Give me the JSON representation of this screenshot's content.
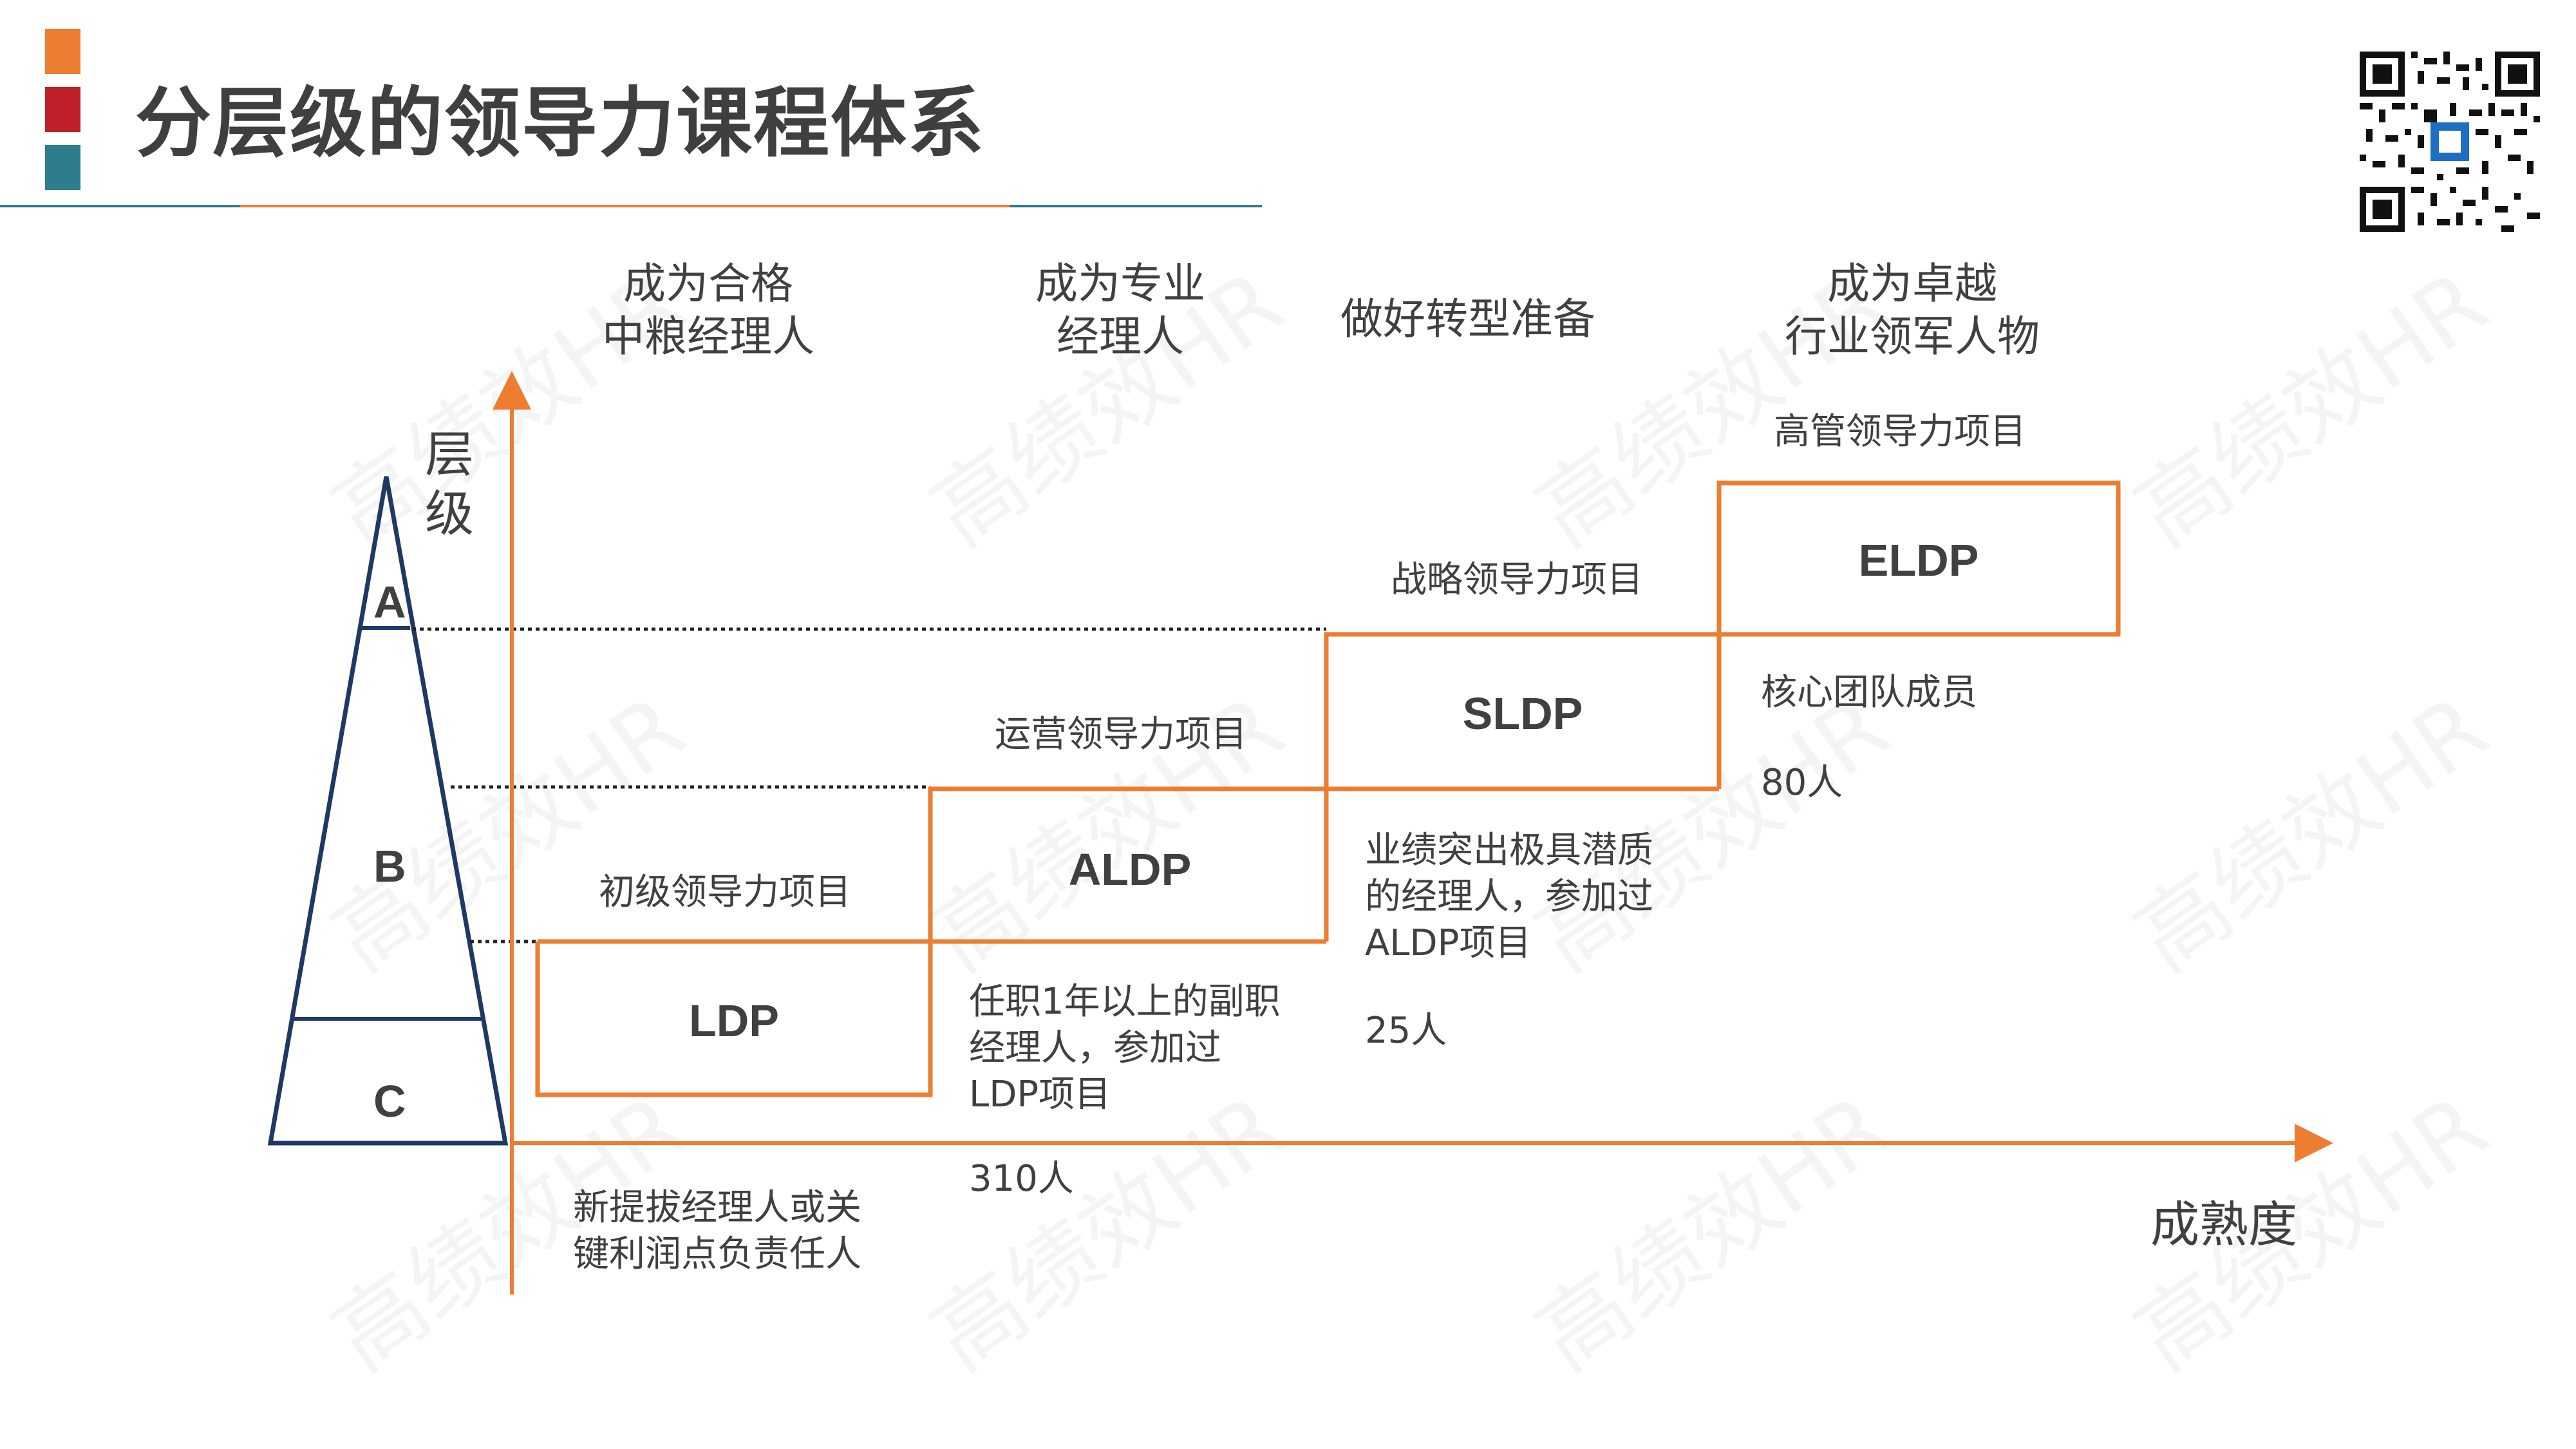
{
  "title": "分层级的领导力课程体系",
  "brand_colors": {
    "orange": "#ed7d31",
    "red": "#c0202a",
    "teal": "#2e7d8c",
    "navy": "#1f3864"
  },
  "watermark_text": "高绩效HR",
  "qr_code": "qr-code-icon",
  "axes": {
    "y_label": [
      "层",
      "级"
    ],
    "x_label": "成熟度"
  },
  "levels": [
    "A",
    "B",
    "C"
  ],
  "columns": [
    {
      "line1": "成为合格",
      "line2": "中粮经理人"
    },
    {
      "line1": "成为专业",
      "line2": "经理人"
    },
    {
      "line1": "做好转型准备",
      "line2": ""
    },
    {
      "line1": "成为卓越",
      "line2": "行业领军人物"
    }
  ],
  "stages": [
    {
      "code": "LDP",
      "project": "初级领导力项目",
      "desc": [
        "新提拔经理人或关",
        "键利润点负责任人"
      ],
      "count": ""
    },
    {
      "code": "ALDP",
      "project": "运营领导力项目",
      "desc": [
        "任职1年以上的副职",
        "经理人，参加过",
        "LDP项目"
      ],
      "count": "310人"
    },
    {
      "code": "SLDP",
      "project": "战略领导力项目",
      "desc": [
        "业绩突出极具潜质",
        "的经理人，参加过",
        "ALDP项目"
      ],
      "count": "25人"
    },
    {
      "code": "ELDP",
      "project": "高管领导力项目",
      "desc": [
        "核心团队成员"
      ],
      "count": "80人"
    }
  ]
}
